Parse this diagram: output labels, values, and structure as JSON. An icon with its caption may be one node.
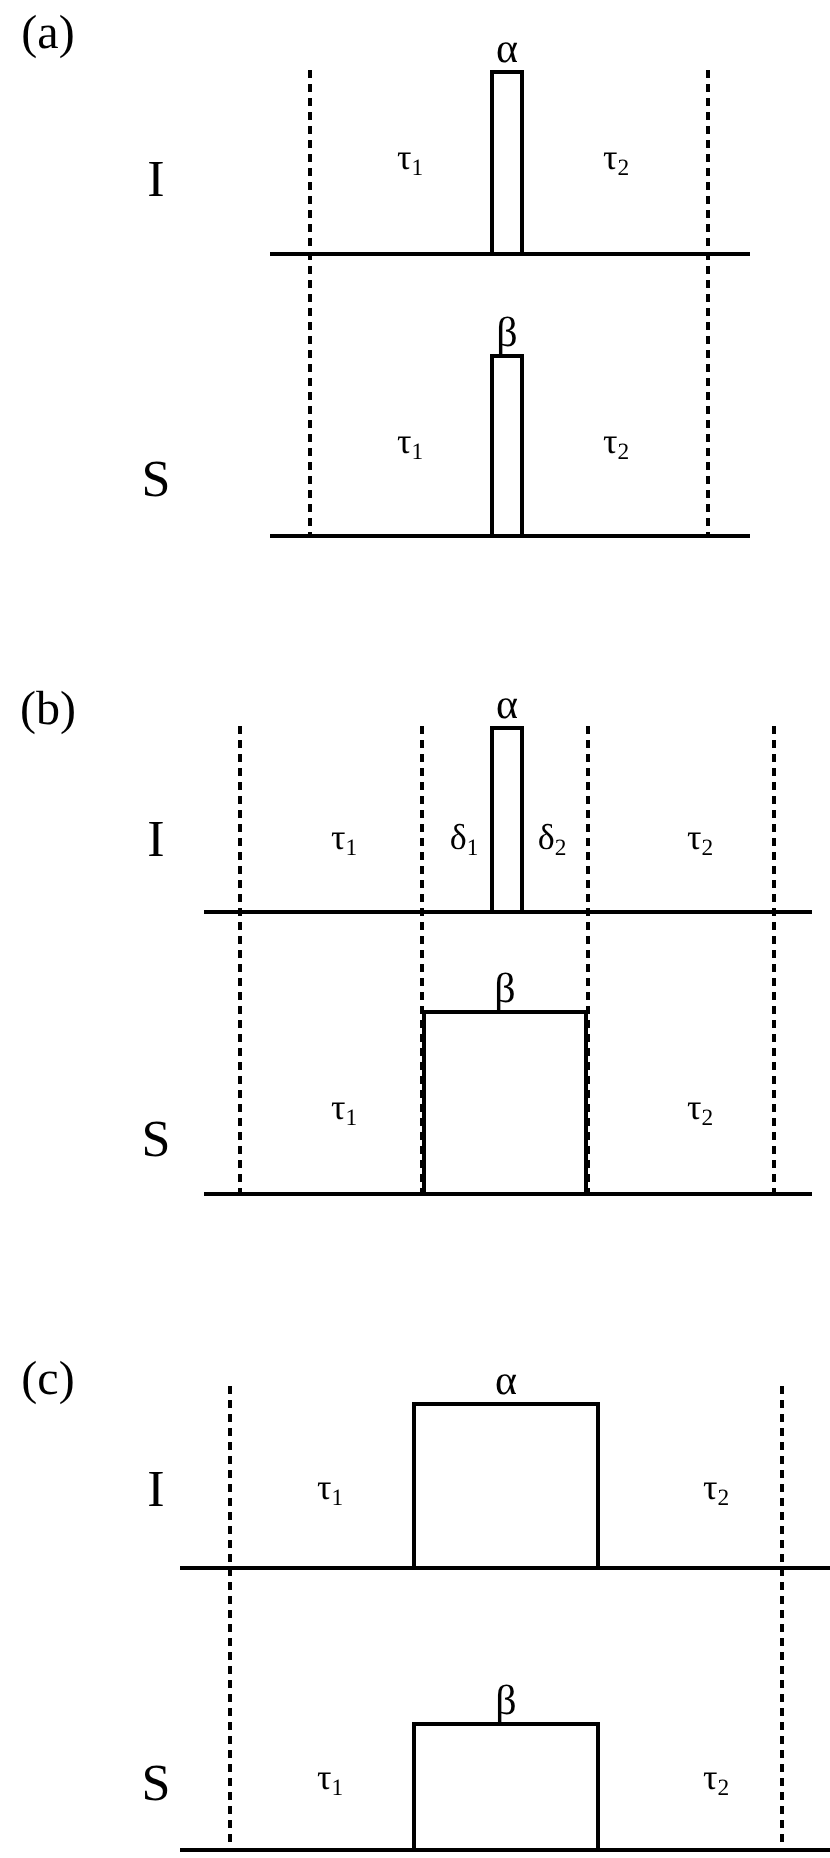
{
  "diagram": {
    "nodes": [
      {
        "text": [
          "α"
        ]
      },
      {
        "text": [
          "β"
        ]
      },
      {
        "text": [
          "α"
        ]
      },
      {
        "text": [
          "β"
        ]
      },
      {
        "text": [
          "α"
        ]
      },
      {
        "text": [
          "β"
        ]
      }
    ],
    "labels": [
      "(a)",
      "τ$_{1}$",
      "τ$_{2}$",
      "I",
      "τ$_{1}$",
      "τ$_{2}$",
      "S",
      "(b)",
      "τ$_{1}$",
      "δ$_{1}$",
      "δ$_{2}$",
      "τ$_{2}$",
      "I",
      "τ$_{1}$",
      "τ$_{2}$",
      "S",
      "(c)",
      "τ$_{1}$",
      "τ$_{2}$",
      "I",
      "τ$_{1}$",
      "τ$_{2}$",
      "S"
    ]
  }
}
